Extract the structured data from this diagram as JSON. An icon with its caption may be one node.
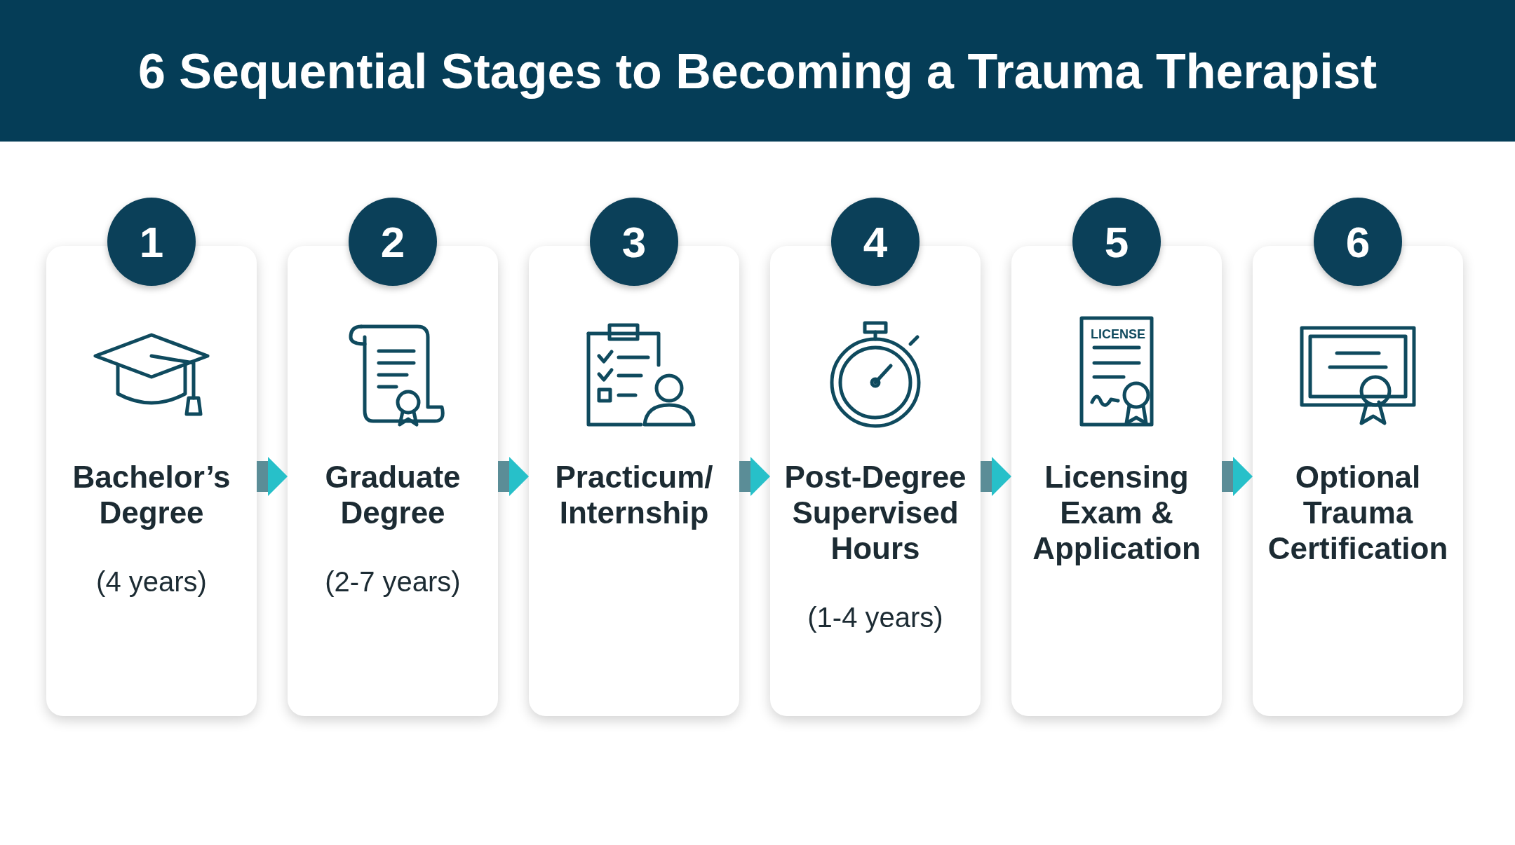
{
  "diagram": {
    "title": "6 Sequential Stages to Becoming a Trauma Therapist",
    "nodes": [
      {
        "text": [
          "1"
        ]
      },
      {
        "text": [
          "Bachelor’s Degree",
          "(4 years)"
        ]
      },
      {
        "text": [
          "2"
        ]
      },
      {
        "text": [
          "Graduate Degree",
          "(2-7 years)"
        ]
      },
      {
        "text": [
          "3"
        ]
      },
      {
        "text": [
          "Practicum/ Internship"
        ]
      },
      {
        "text": [
          "4"
        ]
      },
      {
        "text": [
          "Post-Degree Supervised Hours",
          "(1-4 years)"
        ]
      },
      {
        "text": [
          "5"
        ]
      },
      {
        "text": [
          "Licensing Exam & Application"
        ]
      },
      {
        "text": [
          "6"
        ]
      },
      {
        "text": [
          "Optional Trauma Certification"
        ]
      }
    ],
    "edges": [
      {
        "from": 1,
        "to": 3,
        "arrow": "to"
      },
      {
        "from": 3,
        "to": 5,
        "arrow": "to"
      },
      {
        "from": 5,
        "to": 7,
        "arrow": "to"
      },
      {
        "from": 7,
        "to": 9,
        "arrow": "to"
      },
      {
        "from": 9,
        "to": 11,
        "arrow": "to"
      }
    ],
    "labels": [
      "LICENSE"
    ]
  }
}
